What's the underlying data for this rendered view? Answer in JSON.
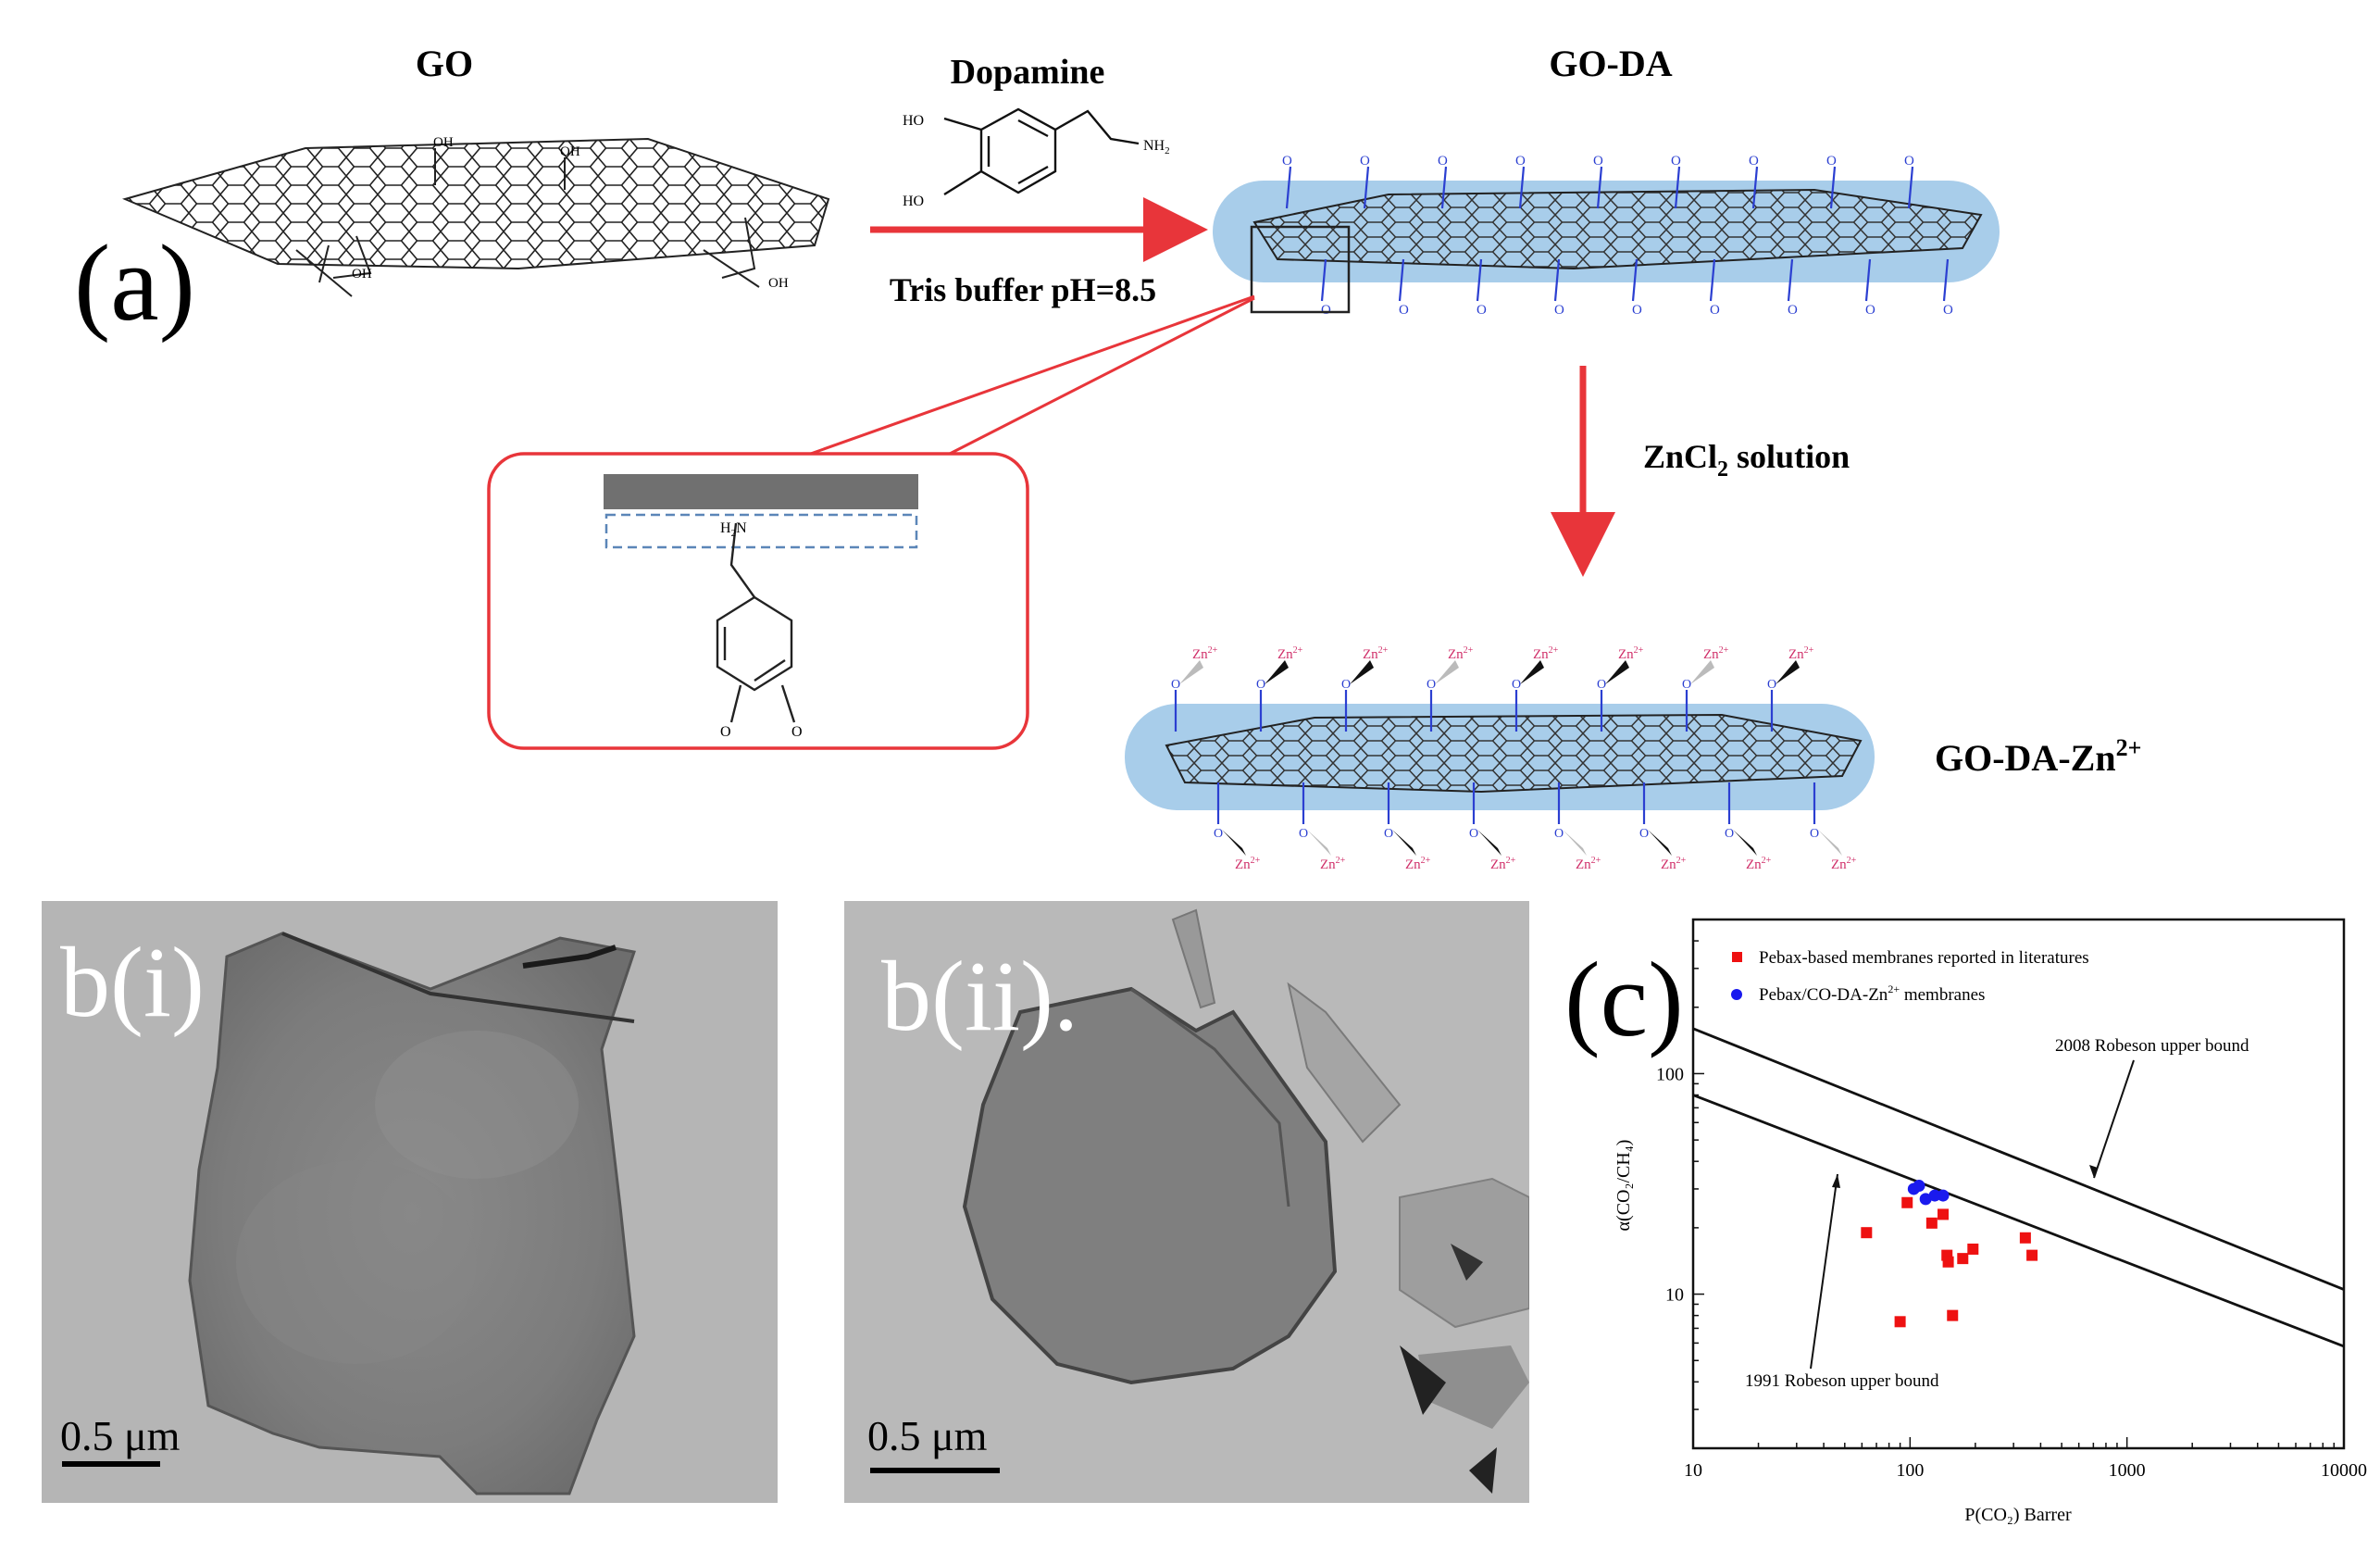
{
  "panel_a": {
    "label": "(a)",
    "go_title": "GO",
    "dopamine_title": "Dopamine",
    "goda_title": "GO-DA",
    "reaction_condition": "Tris buffer pH=8.5",
    "zncl2_label_pre": "ZnCl",
    "zncl2_label_sub": "2",
    "zncl2_label_post": " solution",
    "godazn_label": "GO-DA-Zn",
    "godazn_sup": "2+",
    "dopamine_ho1": "HO",
    "dopamine_ho2": "HO",
    "dopamine_nh2": "NH",
    "dopamine_nh2_sub": "2",
    "go_oh1": "OH",
    "go_oh2": "OH",
    "go_cooh1": "OH",
    "go_cooh2": "OH",
    "inset_h2n": "H",
    "inset_h2n_sub": "2",
    "inset_h2n_post": "N",
    "inset_o1": "O",
    "inset_o2": "O",
    "zn_label": "Zn",
    "zn_sup": "2+",
    "o_label": "O"
  },
  "panel_b1": {
    "label": "b(i)",
    "scale_bar": "0.5 μm"
  },
  "panel_b2": {
    "label": "b(ii).",
    "scale_bar": "0.5 μm"
  },
  "panel_c": {
    "label": "(c)",
    "legend_red": "Pebax-based membranes reported in literatures",
    "legend_blue_pre": "Pebax/CO-DA-Zn",
    "legend_blue_sup": "2+",
    "legend_blue_post": " membranes",
    "ann_2008": "2008 Robeson upper bound",
    "ann_1991": "1991 Robeson upper bound"
  },
  "chart_data": {
    "type": "scatter",
    "xscale": "log",
    "yscale": "log",
    "xlim": [
      10,
      10000
    ],
    "ylim": [
      2,
      500
    ],
    "xticks": [
      "10",
      "100",
      "1000",
      "10000"
    ],
    "yticks": [
      "10",
      "100"
    ],
    "xlabel": "P(CO₂) Barrer",
    "ylabel": "α(CO₂/CH₄)",
    "legend_position": "top-left",
    "series": [
      {
        "name": "Pebax-based membranes reported in literatures",
        "color": "#ee1111",
        "points": [
          [
            63,
            19
          ],
          [
            90,
            7.5
          ],
          [
            97,
            26
          ],
          [
            126,
            21
          ],
          [
            142,
            23
          ],
          [
            148,
            15
          ],
          [
            150,
            14
          ],
          [
            157,
            8
          ],
          [
            175,
            14.5
          ],
          [
            195,
            16
          ],
          [
            340,
            18
          ],
          [
            365,
            15
          ]
        ]
      },
      {
        "name": "Pebax/CO-DA-Zn2+ membranes",
        "color": "#1a1aee",
        "points": [
          [
            104,
            30
          ],
          [
            110,
            31
          ],
          [
            118,
            27
          ],
          [
            130,
            28
          ],
          [
            142,
            28
          ]
        ]
      }
    ],
    "lines": [
      {
        "name": "2008 Robeson upper bound",
        "points": [
          [
            10,
            160
          ],
          [
            10000,
            10.5
          ]
        ]
      },
      {
        "name": "1991 Robeson upper bound",
        "points": [
          [
            10,
            80
          ],
          [
            10000,
            5.8
          ]
        ]
      }
    ]
  },
  "colors": {
    "arrow": "#e8353a",
    "sheet_band": "#a8cdea",
    "zn_pink": "#d0306a",
    "bond_blue": "#2b3fd1",
    "tem_gray": "#b4b4b4"
  }
}
